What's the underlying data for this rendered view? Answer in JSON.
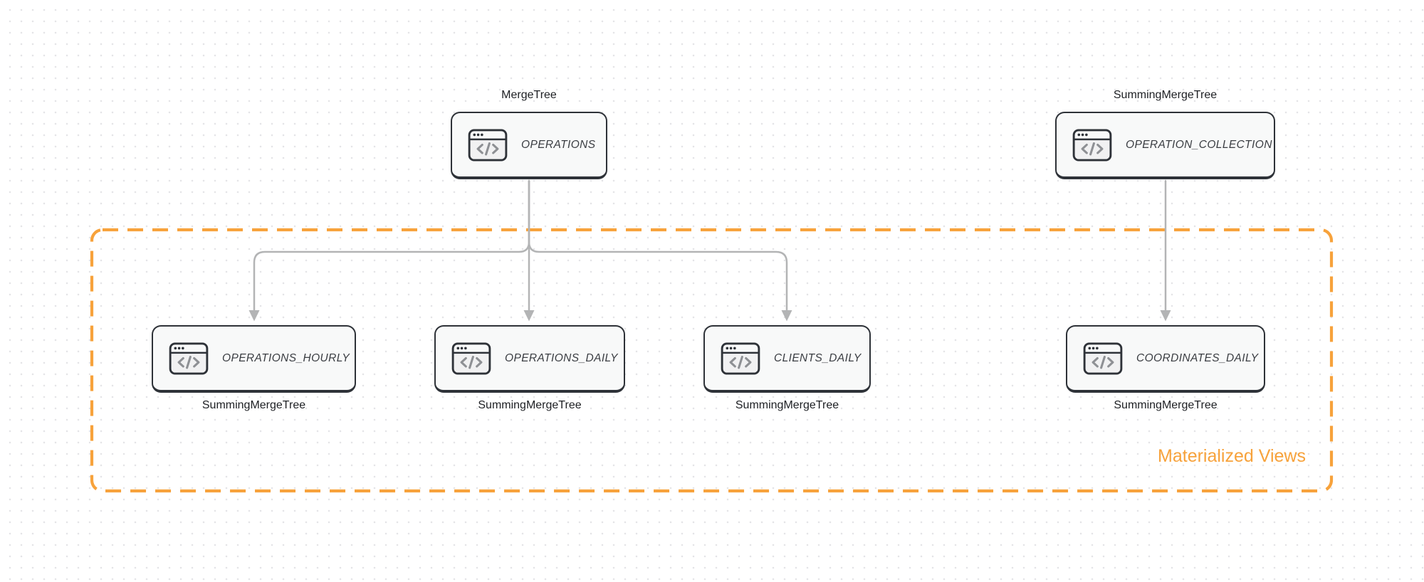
{
  "diagram": {
    "group_label": "Materialized Views",
    "nodes": [
      {
        "id": "operations",
        "table": "OPERATIONS",
        "engine": "MergeTree",
        "engine_label_position": "top"
      },
      {
        "id": "operation-collection",
        "table": "OPERATION_COLLECTION",
        "engine": "SummingMergeTree",
        "engine_label_position": "top"
      },
      {
        "id": "operations-hourly",
        "table": "OPERATIONS_HOURLY",
        "engine": "SummingMergeTree",
        "engine_label_position": "bottom"
      },
      {
        "id": "operations-daily",
        "table": "OPERATIONS_DAILY",
        "engine": "SummingMergeTree",
        "engine_label_position": "bottom"
      },
      {
        "id": "clients-daily",
        "table": "CLIENTS_DAILY",
        "engine": "SummingMergeTree",
        "engine_label_position": "bottom"
      },
      {
        "id": "coordinates-daily",
        "table": "COORDINATES_DAILY",
        "engine": "SummingMergeTree",
        "engine_label_position": "bottom"
      }
    ],
    "edges": [
      {
        "from": "operations",
        "to": "operations-hourly"
      },
      {
        "from": "operations",
        "to": "operations-daily"
      },
      {
        "from": "operations",
        "to": "clients-daily"
      },
      {
        "from": "operation-collection",
        "to": "coordinates-daily"
      }
    ],
    "node_icon": "code-window-icon"
  },
  "colors": {
    "accent_orange": "#F7A23B",
    "arrow_gray": "#b3b4b5",
    "node_border": "#2e3238",
    "node_fill": "#f8f9f9",
    "background_dot": "#e4e4e7",
    "label_text": "#1d1f23",
    "node_text": "#3a3d42"
  }
}
